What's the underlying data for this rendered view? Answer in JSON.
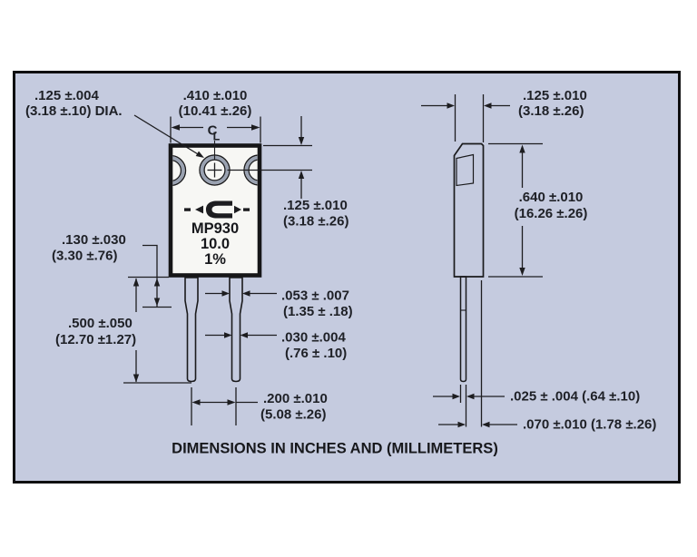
{
  "drawing": {
    "caption": "DIMENSIONS IN INCHES AND (MILLIMETERS)",
    "part_marking": {
      "model": "MP930",
      "resistance": "10.0",
      "tolerance": "1%",
      "logo_icon": "caddock-c-logo"
    },
    "front_view": {
      "hole_diameter": {
        "in": ".125 ±.004",
        "mm": "(3.18 ±.10) DIA."
      },
      "body_width": {
        "in": ".410 ±.010",
        "mm": "(10.41 ±.26)"
      },
      "hole_center_from_top": {
        "in": ".125 ±.010",
        "mm": "(3.18 ±.26)"
      },
      "lead_shoulder_length": {
        "in": ".130 ±.030",
        "mm": "(3.30 ±.76)"
      },
      "lead_length": {
        "in": ".500 ±.050",
        "mm": "(12.70 ±1.27)"
      },
      "lead_width_upper": {
        "in": ".053 ± .007",
        "mm": "(1.35 ± .18)"
      },
      "lead_width_lower": {
        "in": ".030 ±.004",
        "mm": "(.76 ± .10)"
      },
      "lead_spacing": {
        "in": ".200 ±.010",
        "mm": "(5.08 ±.26)"
      },
      "centerline": {
        "c": "C",
        "l": "L"
      }
    },
    "side_view": {
      "body_thickness": {
        "in": ".125 ±.010",
        "mm": "(3.18 ±.26)"
      },
      "body_height": {
        "in": ".640 ±.010",
        "mm": "(16.26 ±.26)"
      },
      "lead_thickness": ".025 ± .004 (.64 ±.10)",
      "lead_offset": ".070 ±.010 (1.78 ±.26)"
    },
    "colors": {
      "background": "#c5cbdf",
      "body_fill": "#f7f7f4",
      "line": "#1d1d20",
      "ring_gray": "#9aa2b1"
    }
  }
}
